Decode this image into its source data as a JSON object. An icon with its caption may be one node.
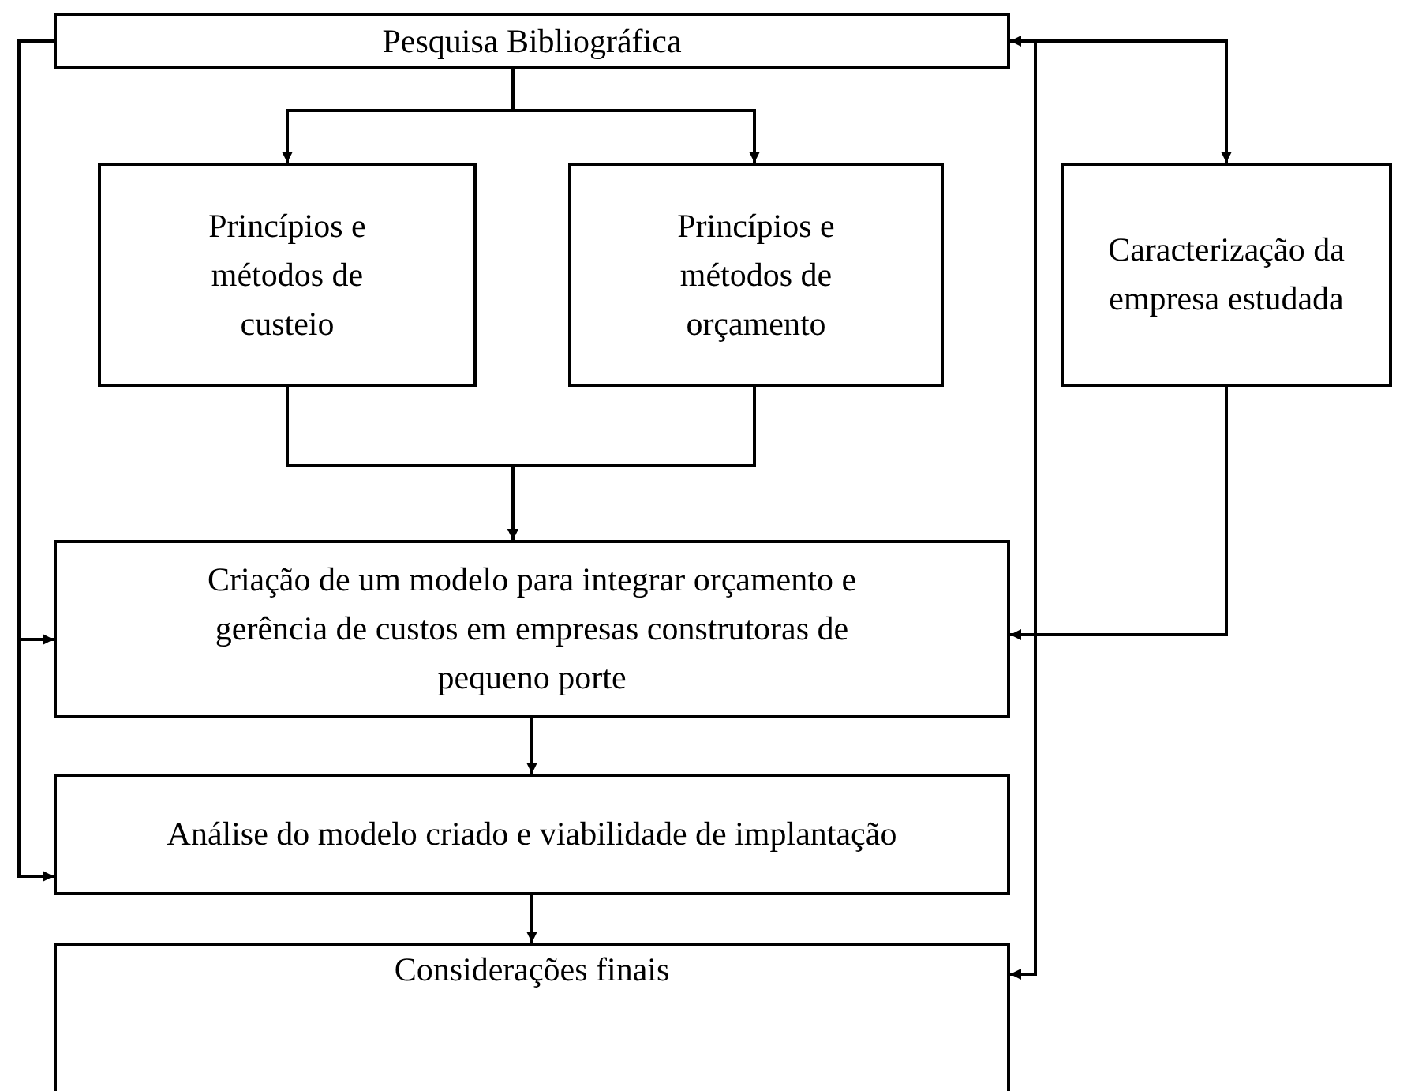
{
  "diagram": {
    "nodes": [
      {
        "text": [
          "Pesquisa Bibliográfica"
        ]
      },
      {
        "text": [
          "Princípios e métodos de custeio"
        ]
      },
      {
        "text": [
          "Princípios e métodos de orçamento"
        ]
      },
      {
        "text": [
          "Caracterização da empresa estudada"
        ]
      },
      {
        "text": [
          "Criação de um modelo para integrar orçamento e gerência de custos em empresas construtoras de pequeno porte"
        ]
      },
      {
        "text": [
          "Análise do modelo criado e viabilidade de implantação"
        ]
      },
      {
        "text": [
          "Considerações finais"
        ]
      }
    ],
    "edges": [
      {
        "from": 0,
        "to": 1,
        "arrow": "to"
      },
      {
        "from": 0,
        "to": 2,
        "arrow": "to"
      },
      {
        "from": 0,
        "to": 3,
        "arrow": "to"
      },
      {
        "from": 0,
        "to": 6,
        "arrow": "both"
      },
      {
        "from": 0,
        "to": 4,
        "arrow": "to"
      },
      {
        "from": 0,
        "to": 5,
        "arrow": "to"
      },
      {
        "from": 1,
        "to": 4,
        "arrow": "to"
      },
      {
        "from": 2,
        "to": 4,
        "arrow": "to"
      },
      {
        "from": 3,
        "to": 4,
        "arrow": "to"
      },
      {
        "from": 4,
        "to": 5,
        "arrow": "to"
      },
      {
        "from": 5,
        "to": 6,
        "arrow": "to"
      }
    ]
  }
}
